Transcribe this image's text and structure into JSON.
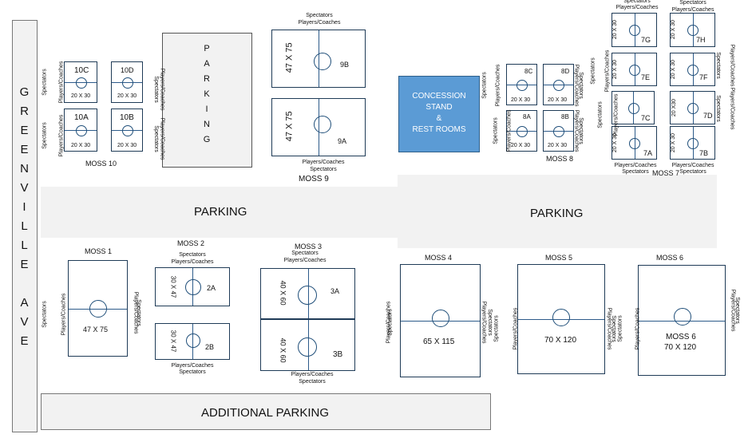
{
  "street": {
    "name": "GREENVILLE AVE",
    "letters": [
      "G",
      "R",
      "E",
      "E",
      "N",
      "V",
      "I",
      "L",
      "L",
      "E",
      "",
      "A",
      "V",
      "E"
    ]
  },
  "parking": {
    "left_main": "PARKING",
    "right_main": "PARKING",
    "additional": "ADDITIONAL PARKING",
    "moss10_lot_letters": [
      "P",
      "A",
      "R",
      "K",
      "I",
      "N",
      "G"
    ]
  },
  "concession": {
    "lines": [
      "CONCESSION",
      "STAND",
      "&",
      "REST ROOMS"
    ],
    "color": "#5b9bd5"
  },
  "labels": {
    "spectators": "Spectators",
    "players_coaches": "Players/Coaches"
  },
  "complexes": {
    "moss10": {
      "name": "MOSS 10",
      "fields": [
        {
          "id": "10C",
          "size": "20 X 30"
        },
        {
          "id": "10D",
          "size": "20 X 30"
        },
        {
          "id": "10A",
          "size": "20 X 30"
        },
        {
          "id": "10B",
          "size": "20 X 30"
        }
      ]
    },
    "moss9": {
      "name": "MOSS 9",
      "fields": [
        {
          "id": "9B",
          "size": "47 X 75"
        },
        {
          "id": "9A",
          "size": "47 X 75"
        }
      ]
    },
    "moss8": {
      "name": "MOSS 8",
      "fields": [
        {
          "id": "8C",
          "size": "20 X 30"
        },
        {
          "id": "8D",
          "size": "20 X 30"
        },
        {
          "id": "8A",
          "size": "20 X 30"
        },
        {
          "id": "8B",
          "size": "20 X 30"
        }
      ]
    },
    "moss7": {
      "name": "MOSS 7",
      "fields": [
        {
          "id": "7G",
          "size": "20 X 30"
        },
        {
          "id": "7H",
          "size": "20 X 30"
        },
        {
          "id": "7E",
          "size": "20 X 30"
        },
        {
          "id": "7F",
          "size": "20 X 30"
        },
        {
          "id": "7C",
          "size": "20 X 30"
        },
        {
          "id": "7D",
          "size": "20 X30"
        },
        {
          "id": "7A",
          "size": "20 X 30"
        },
        {
          "id": "7B",
          "size": "20 X 30"
        }
      ]
    },
    "moss1": {
      "name": "MOSS 1",
      "fields": [
        {
          "id": "",
          "size": "47 X 75"
        }
      ]
    },
    "moss2": {
      "name": "MOSS 2",
      "fields": [
        {
          "id": "2A",
          "size": "30 X 47"
        },
        {
          "id": "2B",
          "size": "30 X 47"
        }
      ]
    },
    "moss3": {
      "name": "MOSS 3",
      "fields": [
        {
          "id": "3A",
          "size": "40 X 60"
        },
        {
          "id": "3B",
          "size": "40 X 60"
        }
      ]
    },
    "moss4": {
      "name": "MOSS 4",
      "fields": [
        {
          "id": "",
          "size": "65 X 115"
        }
      ]
    },
    "moss5": {
      "name": "MOSS 5",
      "fields": [
        {
          "id": "",
          "size": "70 X 120"
        }
      ]
    },
    "moss6": {
      "name": "MOSS 6",
      "fields": [
        {
          "id": "MOSS 6",
          "size": "70 X 120"
        }
      ]
    }
  }
}
